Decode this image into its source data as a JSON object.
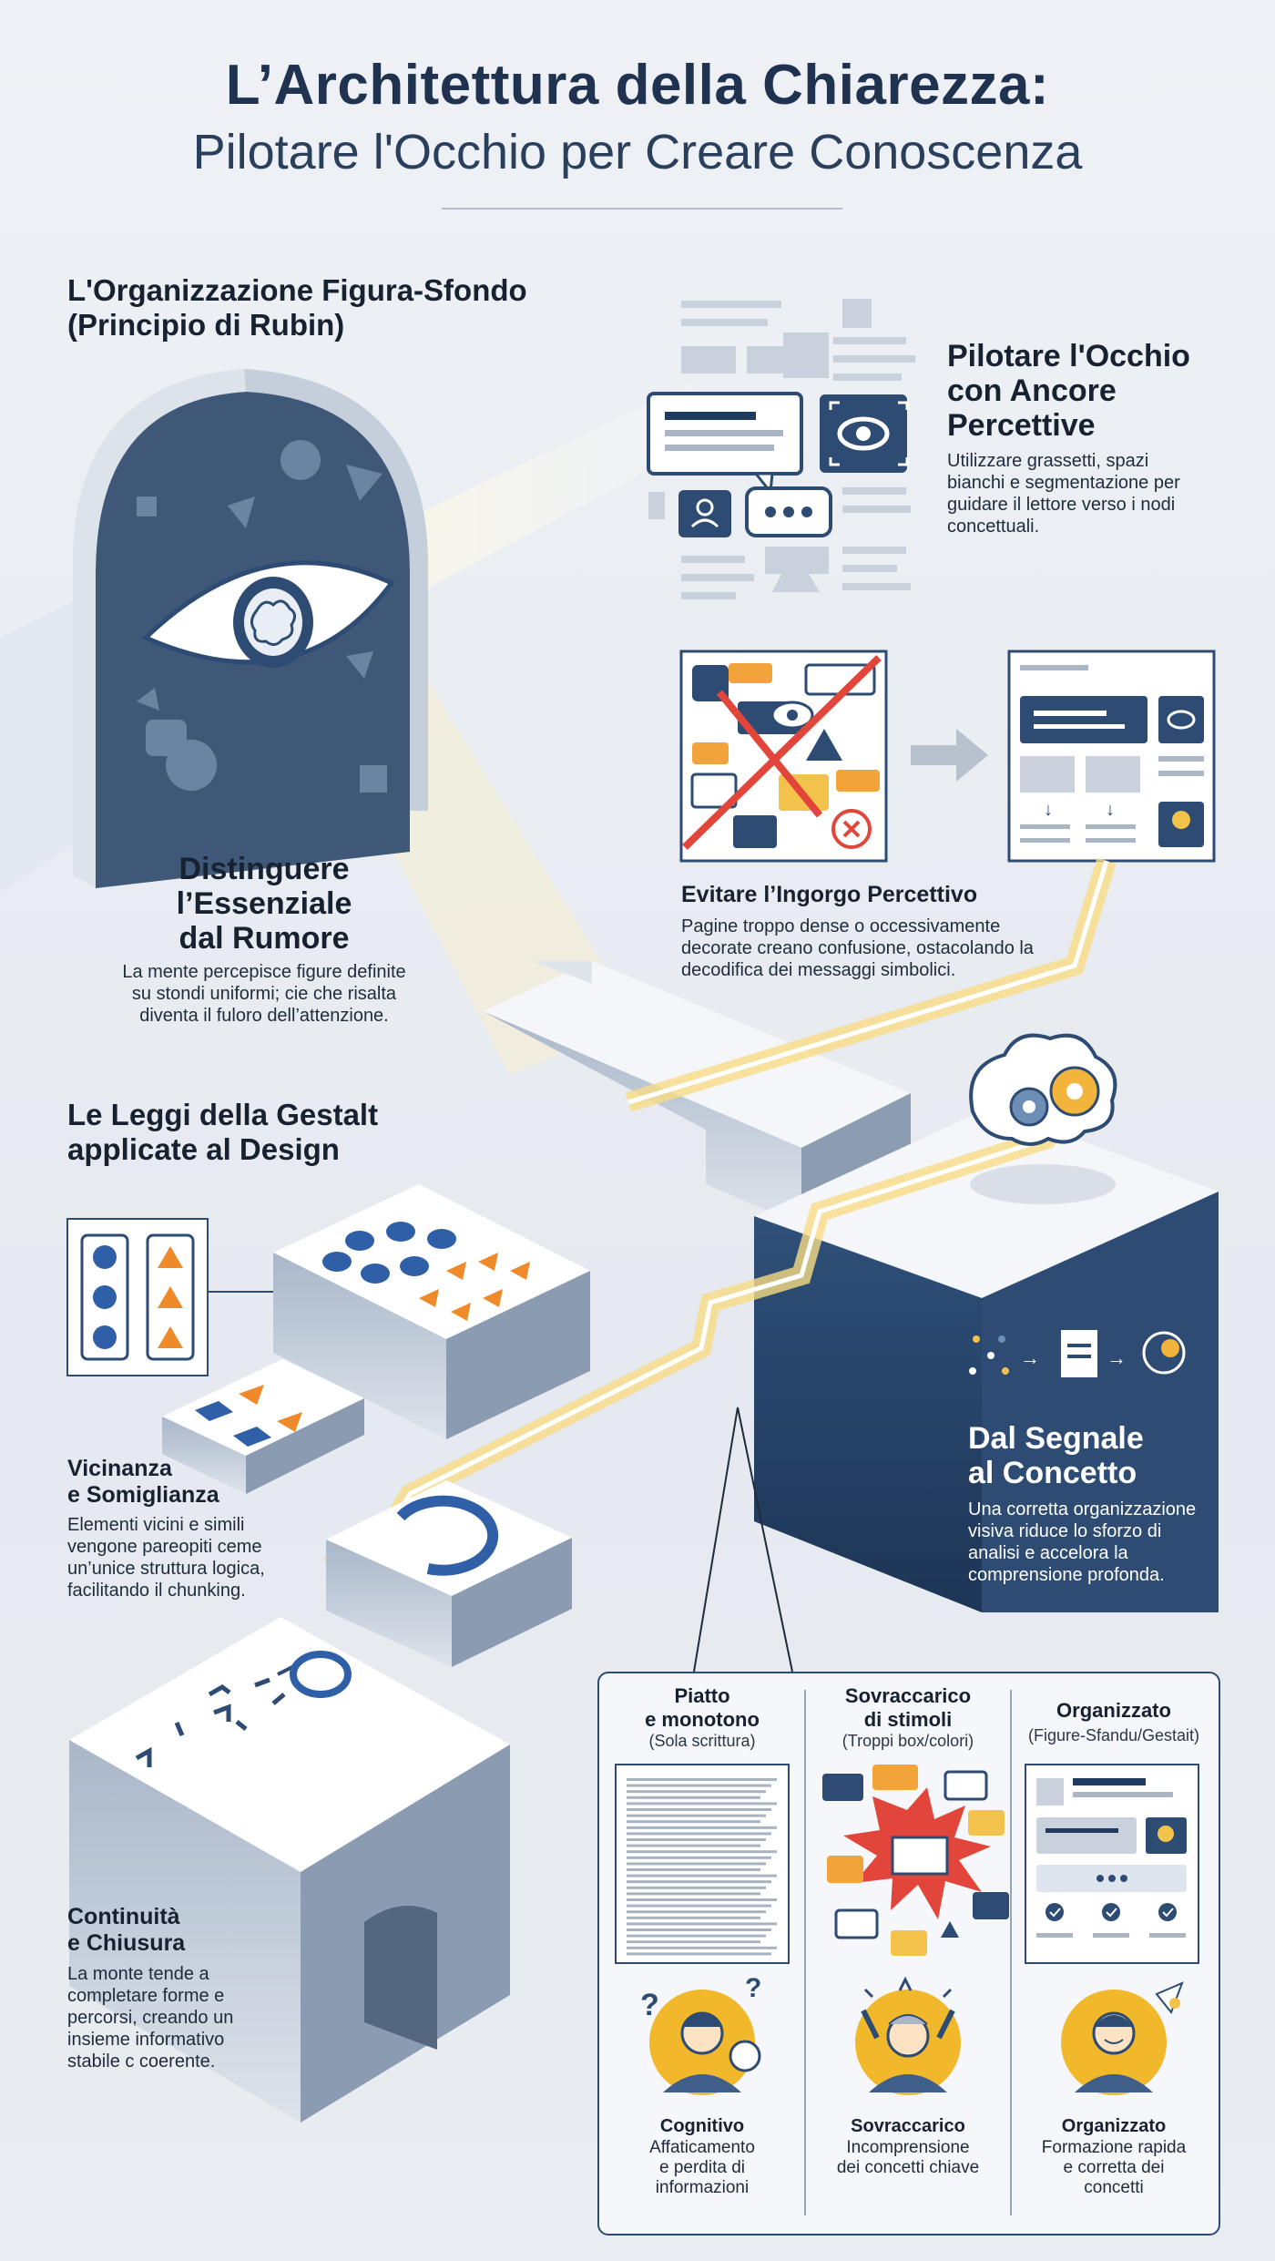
{
  "title": {
    "main": "L’Architettura della Chiarezza:",
    "sub": "Pilotare l'Occhio per Creare Conoscenza"
  },
  "figure_ground": {
    "heading_line1": "L'Organizzazione Figura-Sfondo",
    "heading_line2": "(Principio di Rubin)",
    "sub_line1": "Distinguere",
    "sub_line2": "l’Essenziale",
    "sub_line3": "dal Rumore",
    "body_line1": "La mente percepisce figure definite",
    "body_line2": "su stondi uniformi; cie che risalta",
    "body_line3": "diventa il fuloro dell’attenzione."
  },
  "anchors": {
    "heading_line1": "Pilotare l'Occhio",
    "heading_line2": "con Ancore",
    "heading_line3": "Percettive",
    "body_line1": "Utilizzare grassetti, spazi",
    "body_line2": "bianchi e segmentazione per",
    "body_line3": "guidare il lettore verso i nodi",
    "body_line4": "concettuali."
  },
  "overload": {
    "heading": "Evitare l’Ingorgo Percettivo",
    "body_line1": "Pagine troppo dense o occessivamente",
    "body_line2": "decorate creano confusione, ostacolando la",
    "body_line3": "decodifica dei messaggi simbolici."
  },
  "gestalt": {
    "heading_line1": "Le Leggi della Gestalt",
    "heading_line2": "applicate al Design"
  },
  "proximity": {
    "heading_line1": "Vicinanza",
    "heading_line2": "e Somiglianza",
    "body_line1": "Elementi vicini e simili",
    "body_line2": "vengone pareopiti ceme",
    "body_line3": "un’unice struttura logica,",
    "body_line4": "facilitando il chunking."
  },
  "signal": {
    "heading_line1": "Dal Segnale",
    "heading_line2": "al Concetto",
    "body_line1": "Una corretta organizzazione",
    "body_line2": "visiva riduce lo sforzo di",
    "body_line3": "analisi e accelora la",
    "body_line4": "comprensione profonda."
  },
  "continuity": {
    "heading_line1": "Continuità",
    "heading_line2": "e Chiusura",
    "body_line1": "La monte tende a",
    "body_line2": "completare forme e",
    "body_line3": "percorsi, creando un",
    "body_line4": "insieme informativo",
    "body_line5": "stabile c coerente."
  },
  "comparison": {
    "columns": [
      {
        "title_line1": "Piatto",
        "title_line2": "e monotono",
        "subtitle": "(Sola scrittura)",
        "cap_title": "Cognitivo",
        "cap_line1": "Affaticamento",
        "cap_line2": "e perdita di",
        "cap_line3": "informazioni"
      },
      {
        "title_line1": "Sovraccarico",
        "title_line2": "di stimoli",
        "subtitle": "(Troppi box/colori)",
        "cap_title": "Sovraccarico",
        "cap_line1": "Incomprensione",
        "cap_line2": "dei concetti chiave",
        "cap_line3": ""
      },
      {
        "title_line1": "Organizzato",
        "title_line2": "",
        "subtitle": "(Figure-Sfandu/Gestait)",
        "cap_title": "Organizzato",
        "cap_line1": "Formazione rapida",
        "cap_line2": "e corretta dei",
        "cap_line3": "concetti"
      }
    ]
  },
  "colors": {
    "navy": "#2d4b73",
    "dark_navy": "#1f3a5f",
    "orange": "#ef8a2a",
    "glow": "#f7dc84",
    "red": "#e2463a",
    "grey_block": "#c9d1dc"
  }
}
